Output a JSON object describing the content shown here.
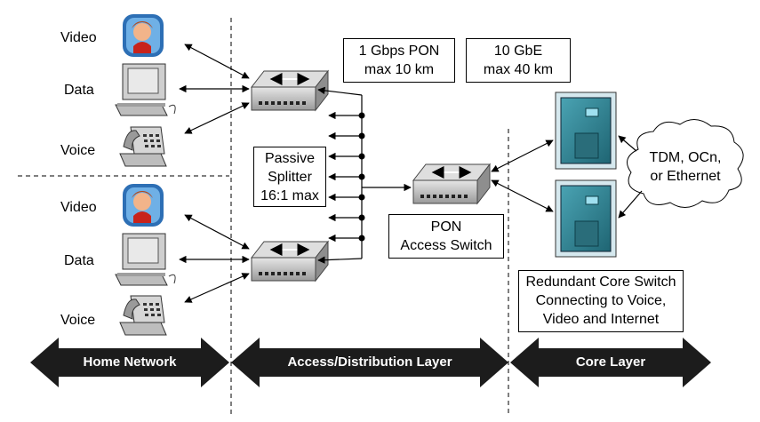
{
  "home": {
    "groups": [
      {
        "video": "Video",
        "data": "Data",
        "voice": "Voice"
      },
      {
        "video": "Video",
        "data": "Data",
        "voice": "Voice"
      }
    ]
  },
  "pon_box": {
    "line1": "1 Gbps PON",
    "line2": "max 10 km"
  },
  "gbe_box": {
    "line1": "10 GbE",
    "line2": "max 40 km"
  },
  "splitter": {
    "line1": "Passive",
    "line2": "Splitter",
    "line3": "16:1 max"
  },
  "access_switch": {
    "line1": "PON",
    "line2": "Access Switch"
  },
  "cloud": {
    "line1": "TDM, OCn,",
    "line2": "or Ethernet"
  },
  "core_box": {
    "line1": "Redundant Core Switch",
    "line2": "Connecting to Voice,",
    "line3": "Video and Internet"
  },
  "layers": {
    "home": "Home Network",
    "access": "Access/Distribution Layer",
    "core": "Core Layer"
  },
  "colors": {
    "band": "#1c1c1c",
    "core_cabinet": "#2e7f8e",
    "device_gray": "#b8b8b8"
  }
}
